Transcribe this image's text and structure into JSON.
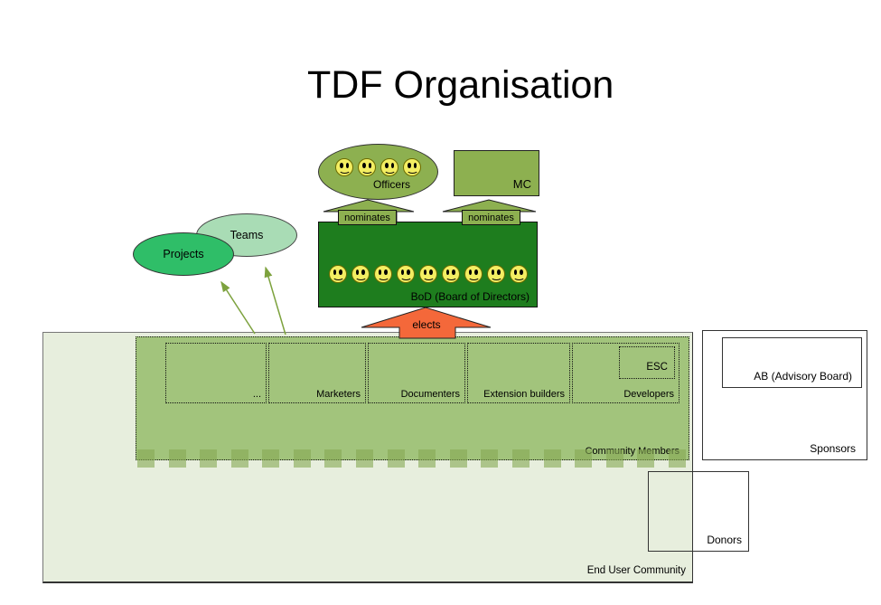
{
  "title": "TDF Organisation",
  "palette": {
    "block_arrow_green": "#8db050",
    "bod_green": "#1e7d1e",
    "elects_orange": "#f4683a",
    "projects_green": "#2fbe68",
    "teams_green": "#a9dcb5",
    "end_user_fill": "#e7eedd",
    "community_fill": "#a2c47c",
    "smiley_yellow": "#f3ee62",
    "thin_arrow_green": "#7da23e"
  },
  "officers": {
    "label": "Officers",
    "smiley_count": 4
  },
  "mc": {
    "label": "MC"
  },
  "bod": {
    "label": "BoD (Board of Directors)",
    "smiley_count": 9
  },
  "teams": {
    "label": "Teams"
  },
  "projects": {
    "label": "Projects"
  },
  "arrows": {
    "nominates_officers": "nominates",
    "nominates_mc": "nominates",
    "elects": "elects"
  },
  "community": {
    "label": "Community Members",
    "tab_count": 18,
    "groups": [
      {
        "label": "..."
      },
      {
        "label": "Marketers"
      },
      {
        "label": "Documenters"
      },
      {
        "label": "Extension builders"
      },
      {
        "label": "Developers",
        "sub": {
          "label": "ESC"
        }
      }
    ]
  },
  "end_user_community": {
    "label": "End User Community"
  },
  "sponsors": {
    "label": "Sponsors",
    "advisory_board": {
      "label": "AB (Advisory Board)"
    }
  },
  "donors": {
    "label": "Donors"
  }
}
